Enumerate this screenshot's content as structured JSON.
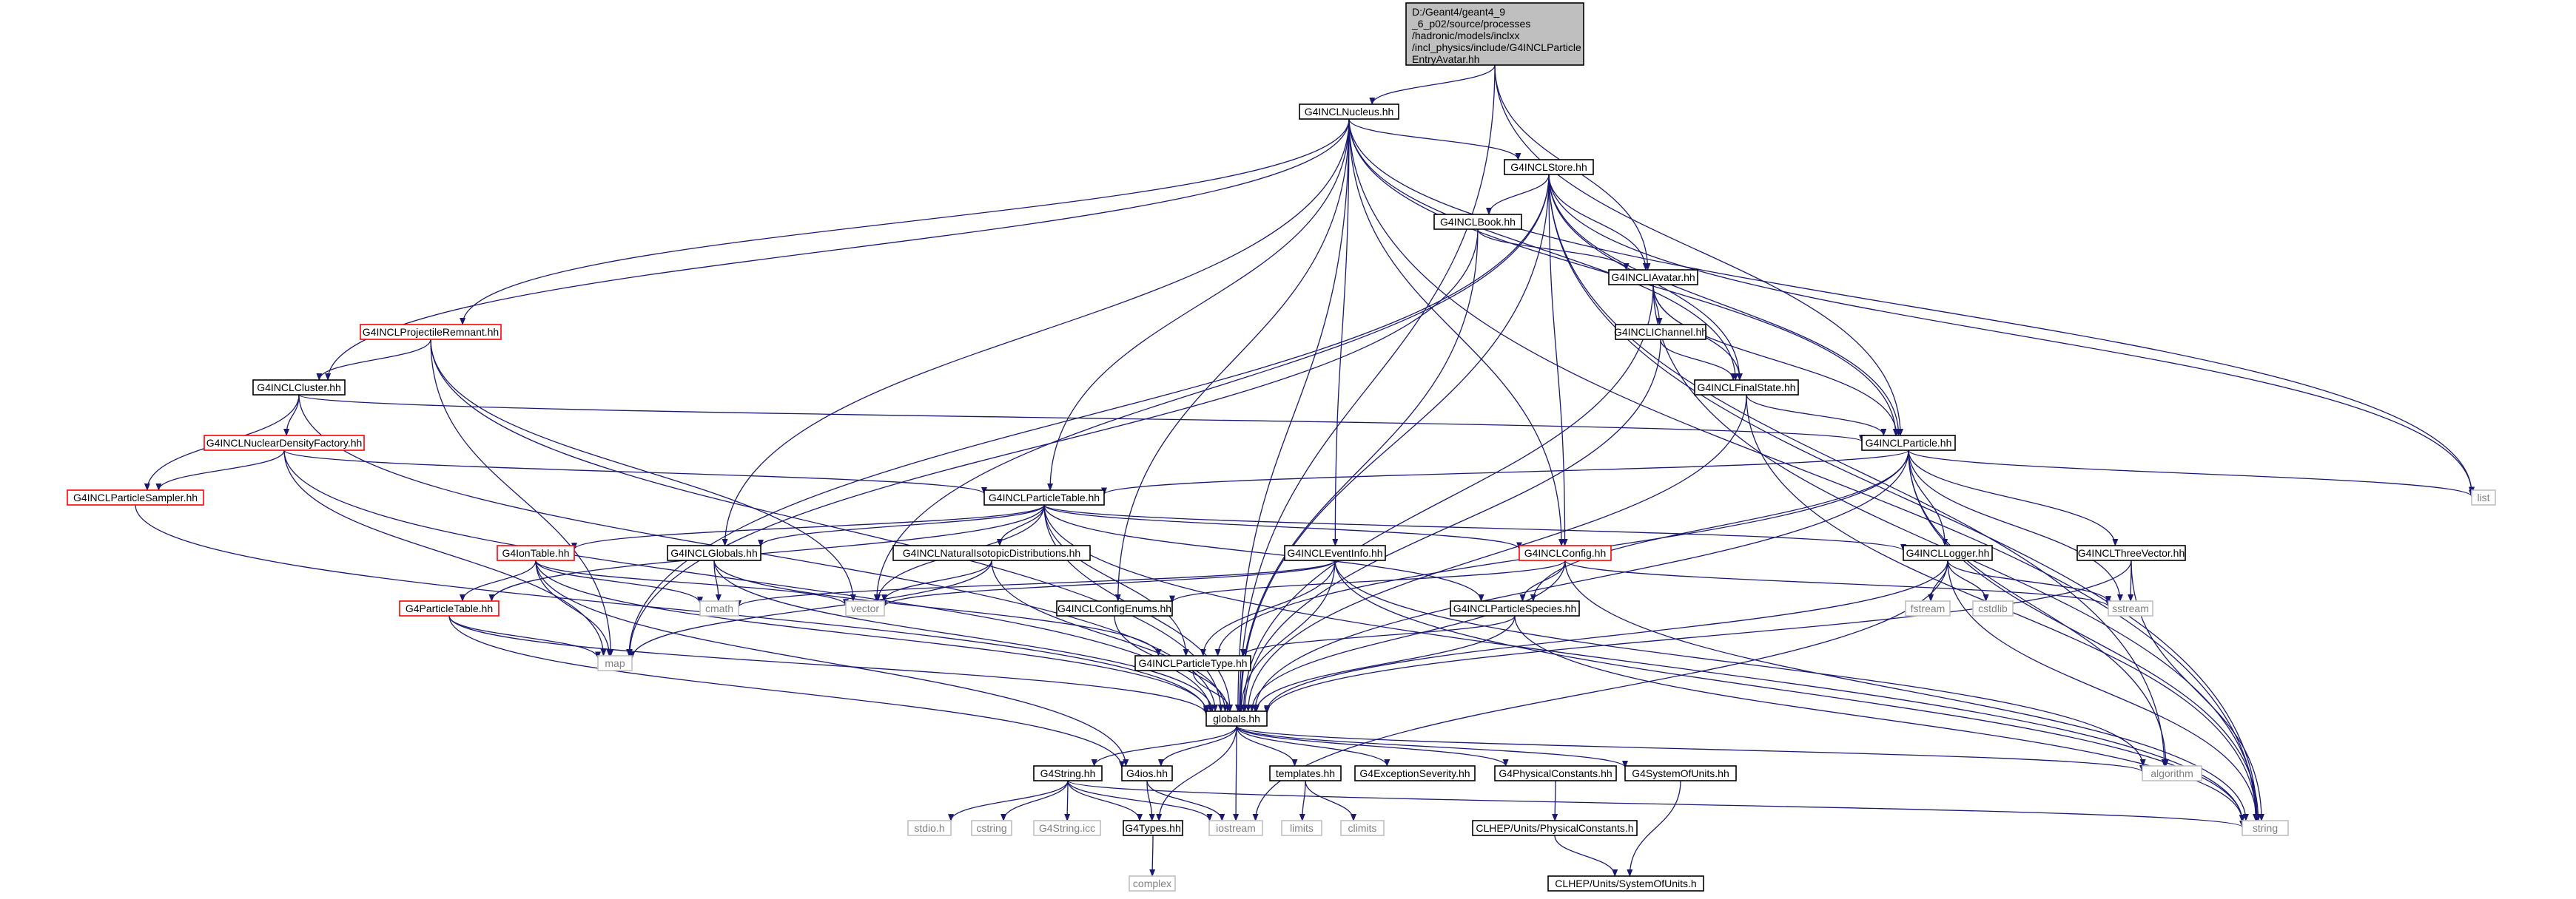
{
  "graph": {
    "root": {
      "lines": [
        "D:/Geant4/geant4_9",
        "_6_p02/source/processes",
        "/hadronic/models/inclxx",
        "/incl_physics/include/G4INCLParticle",
        "EntryAvatar.hh"
      ]
    },
    "colors": {
      "edge": "#191970",
      "root_fill": "#bfbfbf",
      "border_normal": "#000000",
      "border_truncated": "#ff0000",
      "border_external": "#bfbfbf",
      "text_normal": "#000000",
      "text_external": "#7f7f7f"
    },
    "nodes": [
      {
        "id": "root",
        "label": "",
        "style": "root"
      },
      {
        "id": "nucleus",
        "label": "G4INCLNucleus.hh",
        "style": "normal"
      },
      {
        "id": "store",
        "label": "G4INCLStore.hh",
        "style": "normal"
      },
      {
        "id": "book",
        "label": "G4INCLBook.hh",
        "style": "normal"
      },
      {
        "id": "iavatar",
        "label": "G4INCLIAvatar.hh",
        "style": "normal"
      },
      {
        "id": "ichannel",
        "label": "G4INCLIChannel.hh",
        "style": "normal"
      },
      {
        "id": "finalstate",
        "label": "G4INCLFinalState.hh",
        "style": "normal"
      },
      {
        "id": "projrem",
        "label": "G4INCLProjectileRemnant.hh",
        "style": "truncated"
      },
      {
        "id": "cluster",
        "label": "G4INCLCluster.hh",
        "style": "normal"
      },
      {
        "id": "nucdens",
        "label": "G4INCLNuclearDensityFactory.hh",
        "style": "truncated"
      },
      {
        "id": "psampler",
        "label": "G4INCLParticleSampler.hh",
        "style": "truncated"
      },
      {
        "id": "particle",
        "label": "G4INCLParticle.hh",
        "style": "normal"
      },
      {
        "id": "ptable",
        "label": "G4INCLParticleTable.hh",
        "style": "normal"
      },
      {
        "id": "list",
        "label": "list",
        "style": "external"
      },
      {
        "id": "iontable",
        "label": "G4IonTable.hh",
        "style": "truncated"
      },
      {
        "id": "inclglobals",
        "label": "G4INCLGlobals.hh",
        "style": "normal"
      },
      {
        "id": "natiso",
        "label": "G4INCLNaturalIsotopicDistributions.hh",
        "style": "normal"
      },
      {
        "id": "eventinfo",
        "label": "G4INCLEventInfo.hh",
        "style": "normal"
      },
      {
        "id": "config",
        "label": "G4INCLConfig.hh",
        "style": "truncated"
      },
      {
        "id": "logger",
        "label": "G4INCLLogger.hh",
        "style": "normal"
      },
      {
        "id": "threevec",
        "label": "G4INCLThreeVector.hh",
        "style": "normal"
      },
      {
        "id": "g4ptable",
        "label": "G4ParticleTable.hh",
        "style": "truncated"
      },
      {
        "id": "cmath",
        "label": "cmath",
        "style": "external"
      },
      {
        "id": "vector",
        "label": "vector",
        "style": "external"
      },
      {
        "id": "configenums",
        "label": "G4INCLConfigEnums.hh",
        "style": "normal"
      },
      {
        "id": "pspecies",
        "label": "G4INCLParticleSpecies.hh",
        "style": "normal"
      },
      {
        "id": "fstream",
        "label": "fstream",
        "style": "external"
      },
      {
        "id": "cstdlib",
        "label": "cstdlib",
        "style": "external"
      },
      {
        "id": "sstream",
        "label": "sstream",
        "style": "external"
      },
      {
        "id": "map",
        "label": "map",
        "style": "external"
      },
      {
        "id": "ptype",
        "label": "G4INCLParticleType.hh",
        "style": "normal"
      },
      {
        "id": "globals",
        "label": "globals.hh",
        "style": "normal"
      },
      {
        "id": "algorithm",
        "label": "algorithm",
        "style": "external"
      },
      {
        "id": "g4string",
        "label": "G4String.hh",
        "style": "normal"
      },
      {
        "id": "g4ios",
        "label": "G4ios.hh",
        "style": "normal"
      },
      {
        "id": "templates",
        "label": "templates.hh",
        "style": "normal"
      },
      {
        "id": "excsev",
        "label": "G4ExceptionSeverity.hh",
        "style": "normal"
      },
      {
        "id": "physconst",
        "label": "G4PhysicalConstants.hh",
        "style": "normal"
      },
      {
        "id": "sysunits",
        "label": "G4SystemOfUnits.hh",
        "style": "normal"
      },
      {
        "id": "stdio",
        "label": "stdio.h",
        "style": "external"
      },
      {
        "id": "cstring",
        "label": "cstring",
        "style": "external"
      },
      {
        "id": "g4stringicc",
        "label": "G4String.icc",
        "style": "external"
      },
      {
        "id": "g4types",
        "label": "G4Types.hh",
        "style": "normal"
      },
      {
        "id": "iostream",
        "label": "iostream",
        "style": "external"
      },
      {
        "id": "limits",
        "label": "limits",
        "style": "external"
      },
      {
        "id": "climits",
        "label": "climits",
        "style": "external"
      },
      {
        "id": "string",
        "label": "string",
        "style": "external"
      },
      {
        "id": "clhepphys",
        "label": "CLHEP/Units/PhysicalConstants.h",
        "style": "normal"
      },
      {
        "id": "clhepsys",
        "label": "CLHEP/Units/SystemOfUnits.h",
        "style": "normal"
      },
      {
        "id": "complex",
        "label": "complex",
        "style": "external"
      }
    ],
    "edges": [
      [
        "root",
        "nucleus"
      ],
      [
        "root",
        "iavatar"
      ],
      [
        "root",
        "particle"
      ],
      [
        "root",
        "globals"
      ],
      [
        "nucleus",
        "store"
      ],
      [
        "nucleus",
        "cluster"
      ],
      [
        "nucleus",
        "projrem"
      ],
      [
        "nucleus",
        "ptable"
      ],
      [
        "nucleus",
        "inclglobals"
      ],
      [
        "nucleus",
        "configenums"
      ],
      [
        "nucleus",
        "eventinfo"
      ],
      [
        "nucleus",
        "config"
      ],
      [
        "nucleus",
        "finalstate"
      ],
      [
        "nucleus",
        "particle"
      ],
      [
        "nucleus",
        "globals"
      ],
      [
        "nucleus",
        "list"
      ],
      [
        "nucleus",
        "string"
      ],
      [
        "store",
        "book"
      ],
      [
        "store",
        "iavatar"
      ],
      [
        "store",
        "particle"
      ],
      [
        "store",
        "finalstate"
      ],
      [
        "store",
        "config"
      ],
      [
        "store",
        "globals"
      ],
      [
        "store",
        "vector"
      ],
      [
        "store",
        "map"
      ],
      [
        "store",
        "list"
      ],
      [
        "store",
        "algorithm"
      ],
      [
        "store",
        "string"
      ],
      [
        "book",
        "iavatar"
      ],
      [
        "book",
        "globals"
      ],
      [
        "book",
        "map"
      ],
      [
        "iavatar",
        "ichannel"
      ],
      [
        "iavatar",
        "finalstate"
      ],
      [
        "iavatar",
        "particle"
      ],
      [
        "iavatar",
        "globals"
      ],
      [
        "iavatar",
        "string"
      ],
      [
        "ichannel",
        "finalstate"
      ],
      [
        "ichannel",
        "globals"
      ],
      [
        "finalstate",
        "particle"
      ],
      [
        "finalstate",
        "globals"
      ],
      [
        "finalstate",
        "string"
      ],
      [
        "projrem",
        "cluster"
      ],
      [
        "projrem",
        "globals"
      ],
      [
        "projrem",
        "vector"
      ],
      [
        "projrem",
        "map"
      ],
      [
        "cluster",
        "particle"
      ],
      [
        "cluster",
        "nucdens"
      ],
      [
        "cluster",
        "psampler"
      ],
      [
        "cluster",
        "globals"
      ],
      [
        "nucdens",
        "ptable"
      ],
      [
        "nucdens",
        "psampler"
      ],
      [
        "nucdens",
        "globals"
      ],
      [
        "nucdens",
        "map"
      ],
      [
        "psampler",
        "globals"
      ],
      [
        "particle",
        "ptable"
      ],
      [
        "particle",
        "list"
      ],
      [
        "particle",
        "logger"
      ],
      [
        "particle",
        "threevec"
      ],
      [
        "particle",
        "pspecies"
      ],
      [
        "particle",
        "ptype"
      ],
      [
        "particle",
        "globals"
      ],
      [
        "particle",
        "sstream"
      ],
      [
        "particle",
        "algorithm"
      ],
      [
        "particle",
        "string"
      ],
      [
        "ptable",
        "iontable"
      ],
      [
        "ptable",
        "g4ptable"
      ],
      [
        "ptable",
        "inclglobals"
      ],
      [
        "ptable",
        "natiso"
      ],
      [
        "ptable",
        "config"
      ],
      [
        "ptable",
        "logger"
      ],
      [
        "ptable",
        "pspecies"
      ],
      [
        "ptable",
        "ptype"
      ],
      [
        "ptable",
        "globals"
      ],
      [
        "ptable",
        "vector"
      ],
      [
        "ptable",
        "string"
      ],
      [
        "iontable",
        "g4ptable"
      ],
      [
        "iontable",
        "globals"
      ],
      [
        "iontable",
        "map"
      ],
      [
        "iontable",
        "vector"
      ],
      [
        "iontable",
        "cmath"
      ],
      [
        "iontable",
        "g4ios"
      ],
      [
        "g4ptable",
        "globals"
      ],
      [
        "g4ptable",
        "map"
      ],
      [
        "g4ptable",
        "g4ios"
      ],
      [
        "inclglobals",
        "cmath"
      ],
      [
        "inclglobals",
        "ptype"
      ],
      [
        "inclglobals",
        "globals"
      ],
      [
        "natiso",
        "vector"
      ],
      [
        "natiso",
        "map"
      ],
      [
        "natiso",
        "globals"
      ],
      [
        "eventinfo",
        "ptype"
      ],
      [
        "eventinfo",
        "globals"
      ],
      [
        "eventinfo",
        "vector"
      ],
      [
        "eventinfo",
        "algorithm"
      ],
      [
        "eventinfo",
        "string"
      ],
      [
        "eventinfo",
        "cmath"
      ],
      [
        "config",
        "configenums"
      ],
      [
        "config",
        "pspecies"
      ],
      [
        "config",
        "globals"
      ],
      [
        "config",
        "sstream"
      ],
      [
        "config",
        "string"
      ],
      [
        "logger",
        "globals"
      ],
      [
        "logger",
        "fstream"
      ],
      [
        "logger",
        "cstdlib"
      ],
      [
        "logger",
        "sstream"
      ],
      [
        "logger",
        "string"
      ],
      [
        "logger",
        "iostream"
      ],
      [
        "threevec",
        "sstream"
      ],
      [
        "threevec",
        "globals"
      ],
      [
        "threevec",
        "string"
      ],
      [
        "configenums",
        "globals"
      ],
      [
        "pspecies",
        "ptype"
      ],
      [
        "pspecies",
        "globals"
      ],
      [
        "pspecies",
        "string"
      ],
      [
        "ptype",
        "globals"
      ],
      [
        "globals",
        "g4string"
      ],
      [
        "globals",
        "g4ios"
      ],
      [
        "globals",
        "templates"
      ],
      [
        "globals",
        "excsev"
      ],
      [
        "globals",
        "physconst"
      ],
      [
        "globals",
        "sysunits"
      ],
      [
        "globals",
        "g4types"
      ],
      [
        "globals",
        "algorithm"
      ],
      [
        "globals",
        "iostream"
      ],
      [
        "g4string",
        "stdio"
      ],
      [
        "g4string",
        "cstring"
      ],
      [
        "g4string",
        "g4stringicc"
      ],
      [
        "g4string",
        "g4types"
      ],
      [
        "g4string",
        "iostream"
      ],
      [
        "g4string",
        "string"
      ],
      [
        "g4ios",
        "g4types"
      ],
      [
        "g4ios",
        "iostream"
      ],
      [
        "templates",
        "limits"
      ],
      [
        "templates",
        "climits"
      ],
      [
        "physconst",
        "clhepphys"
      ],
      [
        "clhepphys",
        "clhepsys"
      ],
      [
        "sysunits",
        "clhepsys"
      ],
      [
        "g4types",
        "complex"
      ]
    ]
  }
}
